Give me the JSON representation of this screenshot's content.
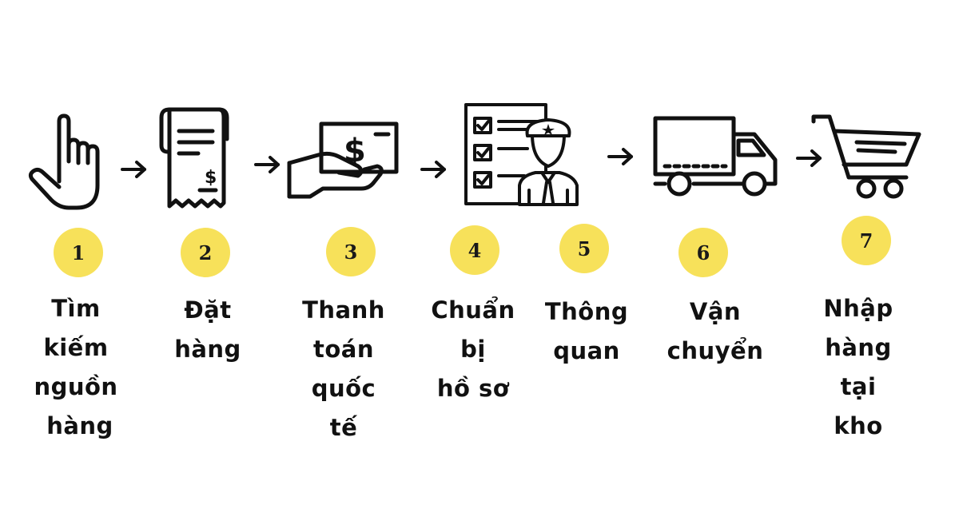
{
  "steps": [
    {
      "number": "1",
      "lines": [
        "Tìm",
        "kiếm",
        "nguồn",
        "hàng"
      ],
      "icon": "pointing-hand-icon"
    },
    {
      "number": "2",
      "lines": [
        "Đặt",
        "hàng"
      ],
      "icon": "receipt-icon"
    },
    {
      "number": "3",
      "lines": [
        "Thanh",
        "toán",
        "quốc",
        "tế"
      ],
      "icon": "payment-hand-icon"
    },
    {
      "number": "4",
      "lines": [
        "Chuẩn",
        "bị",
        "hồ sơ"
      ],
      "icon": "checklist-officer-icon"
    },
    {
      "number": "5",
      "lines": [
        "Thông",
        "quan"
      ],
      "icon": "customs-icon"
    },
    {
      "number": "6",
      "lines": [
        "Vận",
        "chuyển"
      ],
      "icon": "truck-icon"
    },
    {
      "number": "7",
      "lines": [
        "Nhập",
        "hàng",
        "tại",
        "kho"
      ],
      "icon": "shopping-cart-icon"
    }
  ],
  "colors": {
    "badge": "#f7e15a",
    "ink": "#111111",
    "background": "#ffffff"
  }
}
